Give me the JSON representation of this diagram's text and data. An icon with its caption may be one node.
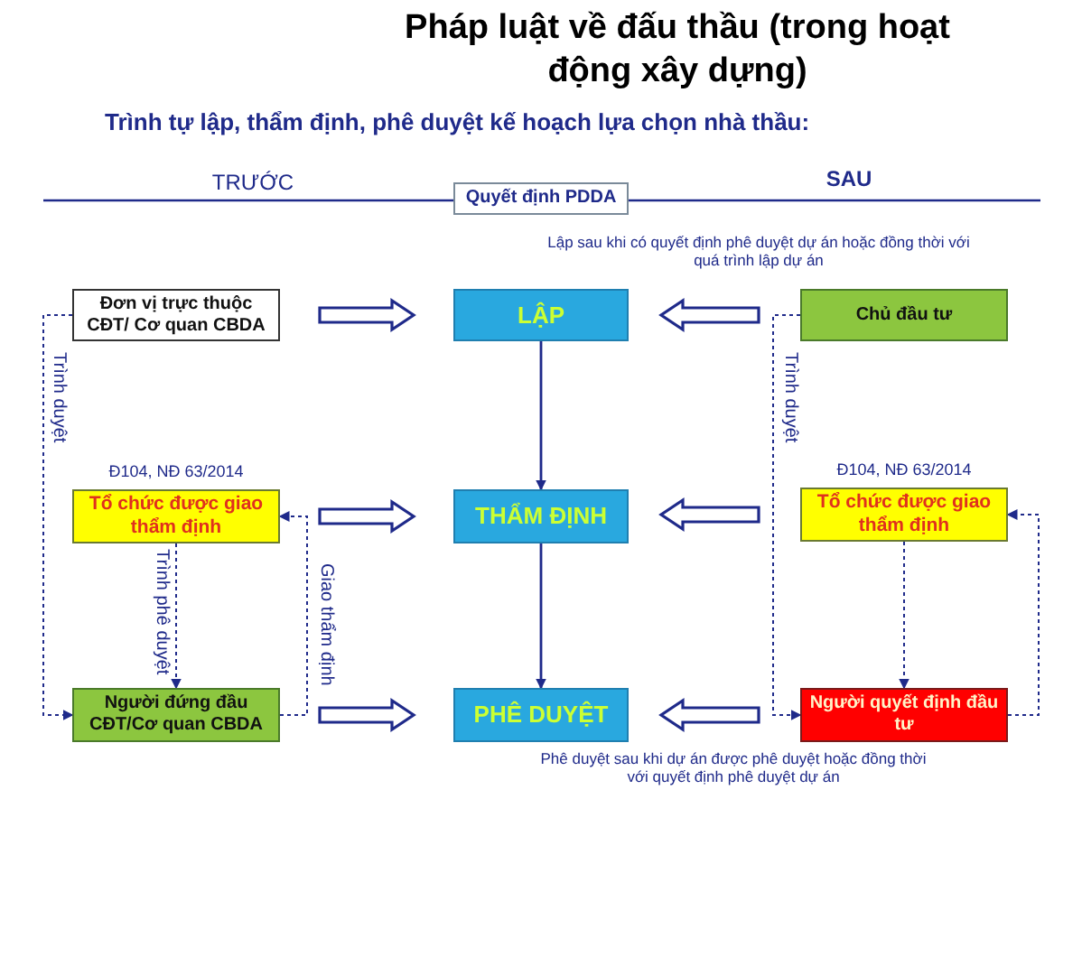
{
  "diagram": {
    "title": "Pháp luật về đấu thầu (trong hoạt động xây dựng)",
    "nodes": [
      {
        "text": [
          "Quyết định PDDA"
        ]
      },
      {
        "text": [
          "Đơn vị trực thuộc CĐT/ Cơ quan CBDA"
        ]
      },
      {
        "text": [
          "LẬP"
        ]
      },
      {
        "text": [
          "Chủ đầu tư"
        ]
      },
      {
        "text": [
          "Tổ chức được giao thẩm định"
        ],
        "beside": [
          "Đ104, NĐ 63/2014"
        ]
      },
      {
        "text": [
          "THẨM ĐỊNH"
        ]
      },
      {
        "text": [
          "Tổ chức được giao thẩm định"
        ],
        "beside": [
          "Đ104, NĐ 63/2014"
        ]
      },
      {
        "text": [
          "Người đứng đầu CĐT/Cơ quan CBDA"
        ]
      },
      {
        "text": [
          "PHÊ DUYỆT"
        ]
      },
      {
        "text": [
          "Người quyết định đầu tư"
        ]
      }
    ],
    "edges": [
      {
        "from": 1,
        "to": 2,
        "arrow": "to",
        "style": "thick"
      },
      {
        "from": 3,
        "to": 2,
        "arrow": "to",
        "style": "thick"
      },
      {
        "from": 2,
        "to": 5,
        "arrow": "to"
      },
      {
        "from": 4,
        "to": 5,
        "arrow": "to",
        "style": "thick"
      },
      {
        "from": 6,
        "to": 5,
        "arrow": "to",
        "style": "thick"
      },
      {
        "from": 5,
        "to": 8,
        "arrow": "to"
      },
      {
        "from": 7,
        "to": 8,
        "arrow": "to",
        "style": "thick"
      },
      {
        "from": 9,
        "to": 8,
        "arrow": "to",
        "style": "thick"
      },
      {
        "from": 1,
        "to": 7,
        "arrow": "to",
        "style": "dashed",
        "label": "Trình duyệt"
      },
      {
        "from": 4,
        "to": 7,
        "arrow": "to",
        "style": "dashed",
        "label": "Trình phê duyệt"
      },
      {
        "from": 7,
        "to": 4,
        "arrow": "to",
        "style": "dashed",
        "label": "Giao thẩm định"
      },
      {
        "from": 3,
        "to": 9,
        "arrow": "to",
        "style": "dashed",
        "label": "Trình duyệt"
      },
      {
        "from": 6,
        "to": 9,
        "arrow": "to",
        "style": "dashed"
      },
      {
        "from": 9,
        "to": 6,
        "arrow": "to",
        "style": "dashed"
      }
    ],
    "labels": [
      "Trình tự lập, thẩm định, phê duyệt kế hoạch lựa chọn nhà thầu:",
      "TRƯỚC",
      "SAU",
      "Lập sau khi có quyết định phê duyệt dự án hoặc đồng thời với quá trình lập dự án",
      "Phê duyệt sau khi dự án được phê duyệt hoặc đồng thời với quyết định phê duyệt dự án"
    ]
  }
}
